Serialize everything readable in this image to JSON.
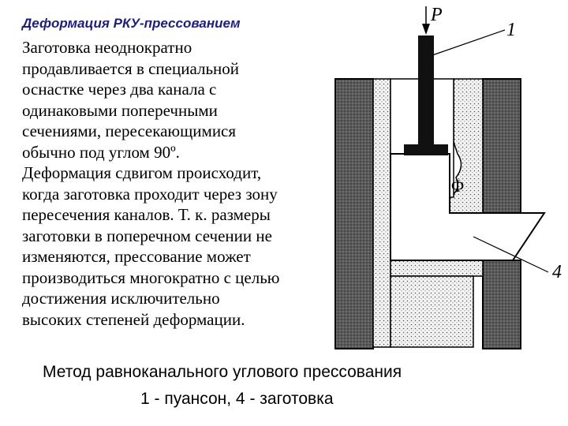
{
  "title": "Деформация РКУ-прессованием",
  "body_lines": [
    "Заготовка неоднократно",
    "продавливается в специальной",
    "оснастке через два канала с",
    "одинаковыми поперечными",
    "сечениями, пересекающимися",
    "обычно под углом 90º.",
    "Деформация сдвигом происходит,",
    "когда заготовка проходит через зону",
    "пересечения каналов. Т. к. размеры",
    "заготовки в поперечном сечении не",
    "изменяются, прессование может",
    "производиться многократно с целью",
    "достижения исключительно",
    "высоких степеней деформации."
  ],
  "diagram": {
    "label_force": "P",
    "label_punch": "1",
    "label_angle": "Φ",
    "label_billet": "4"
  },
  "caption": {
    "line1": "Метод равноканального углового прессования",
    "line2": "1 - пуансон, 4 - заготовка"
  }
}
